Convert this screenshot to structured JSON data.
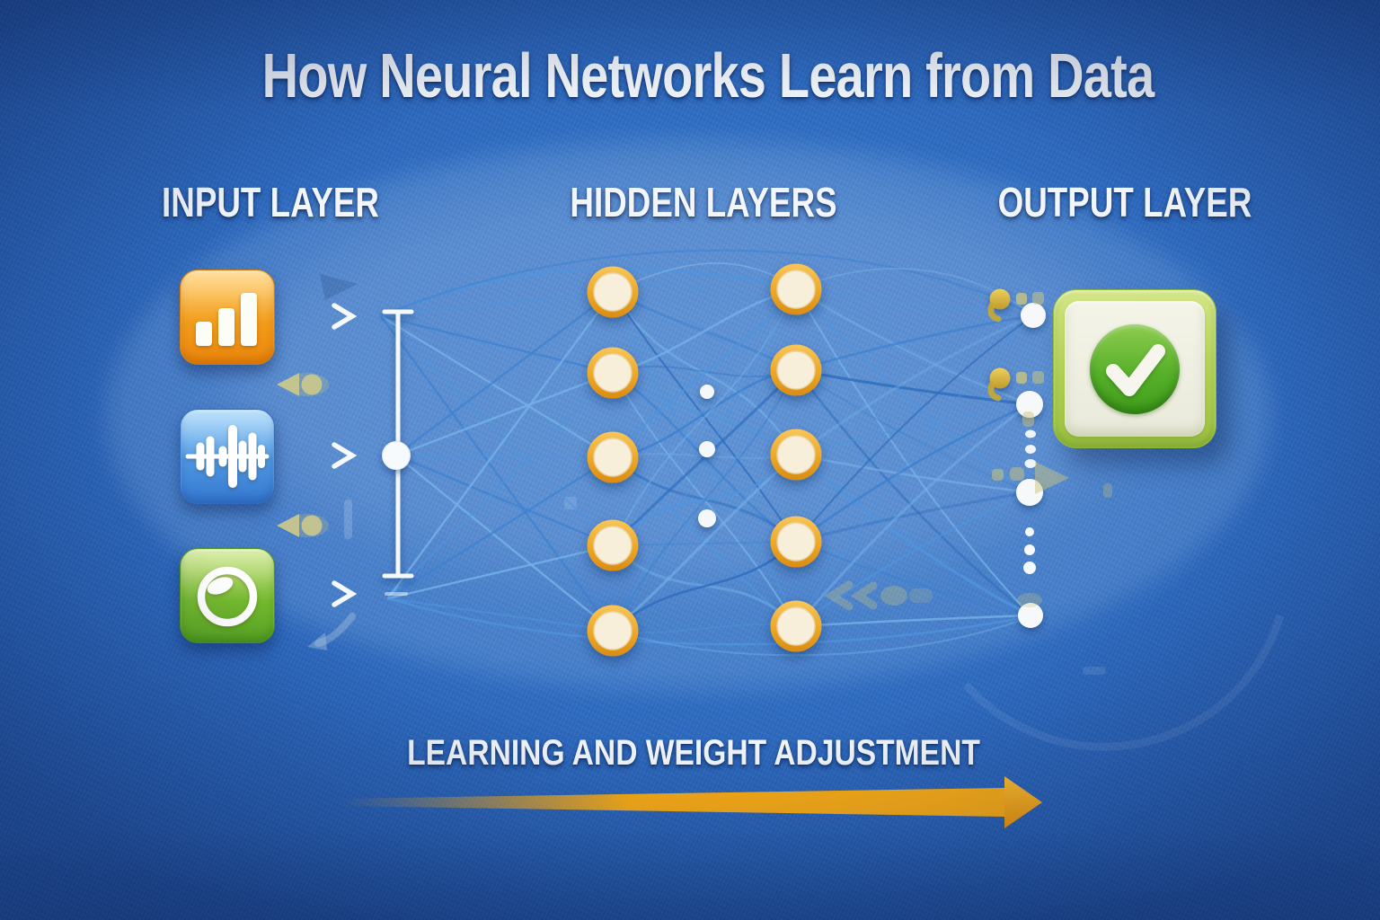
{
  "title": "How Neural Networks Learn from Data",
  "sections": {
    "input": {
      "label": "INPUT LAYER"
    },
    "hidden": {
      "label": "HIDDEN LAYERS"
    },
    "output": {
      "label": "OUTPUT LAYER"
    }
  },
  "footer": {
    "label": "LEARNING AND WEIGHT ADJUSTMENT",
    "arrow_icon": "learning-arrow-icon"
  },
  "network": {
    "input_nodes": [
      {
        "icon": "bar-chart-icon",
        "tile_color": "#f08e10"
      },
      {
        "icon": "audio-waveform-icon",
        "tile_color": "#3f85d8"
      },
      {
        "icon": "camera-lens-icon",
        "tile_color": "#5aaa24"
      }
    ],
    "hidden_layer_node_counts": [
      5,
      5
    ],
    "inter_layer_dot_count": 3,
    "output_node_count": 4,
    "output_icon": "checkmark-icon",
    "feedback_icon": "left-arrow-icon"
  },
  "colors": {
    "background_blue": "#2265c2",
    "connection_blue": "#4f95de",
    "node_ring_orange": "#eda726",
    "node_fill_cream": "#f7efd9",
    "white": "#f6f9fb",
    "khaki_feedback": "#c9c480",
    "gold_dot": "#d9b945",
    "learning_arrow_orange": "#f6a213",
    "check_green": "#57ad27"
  }
}
